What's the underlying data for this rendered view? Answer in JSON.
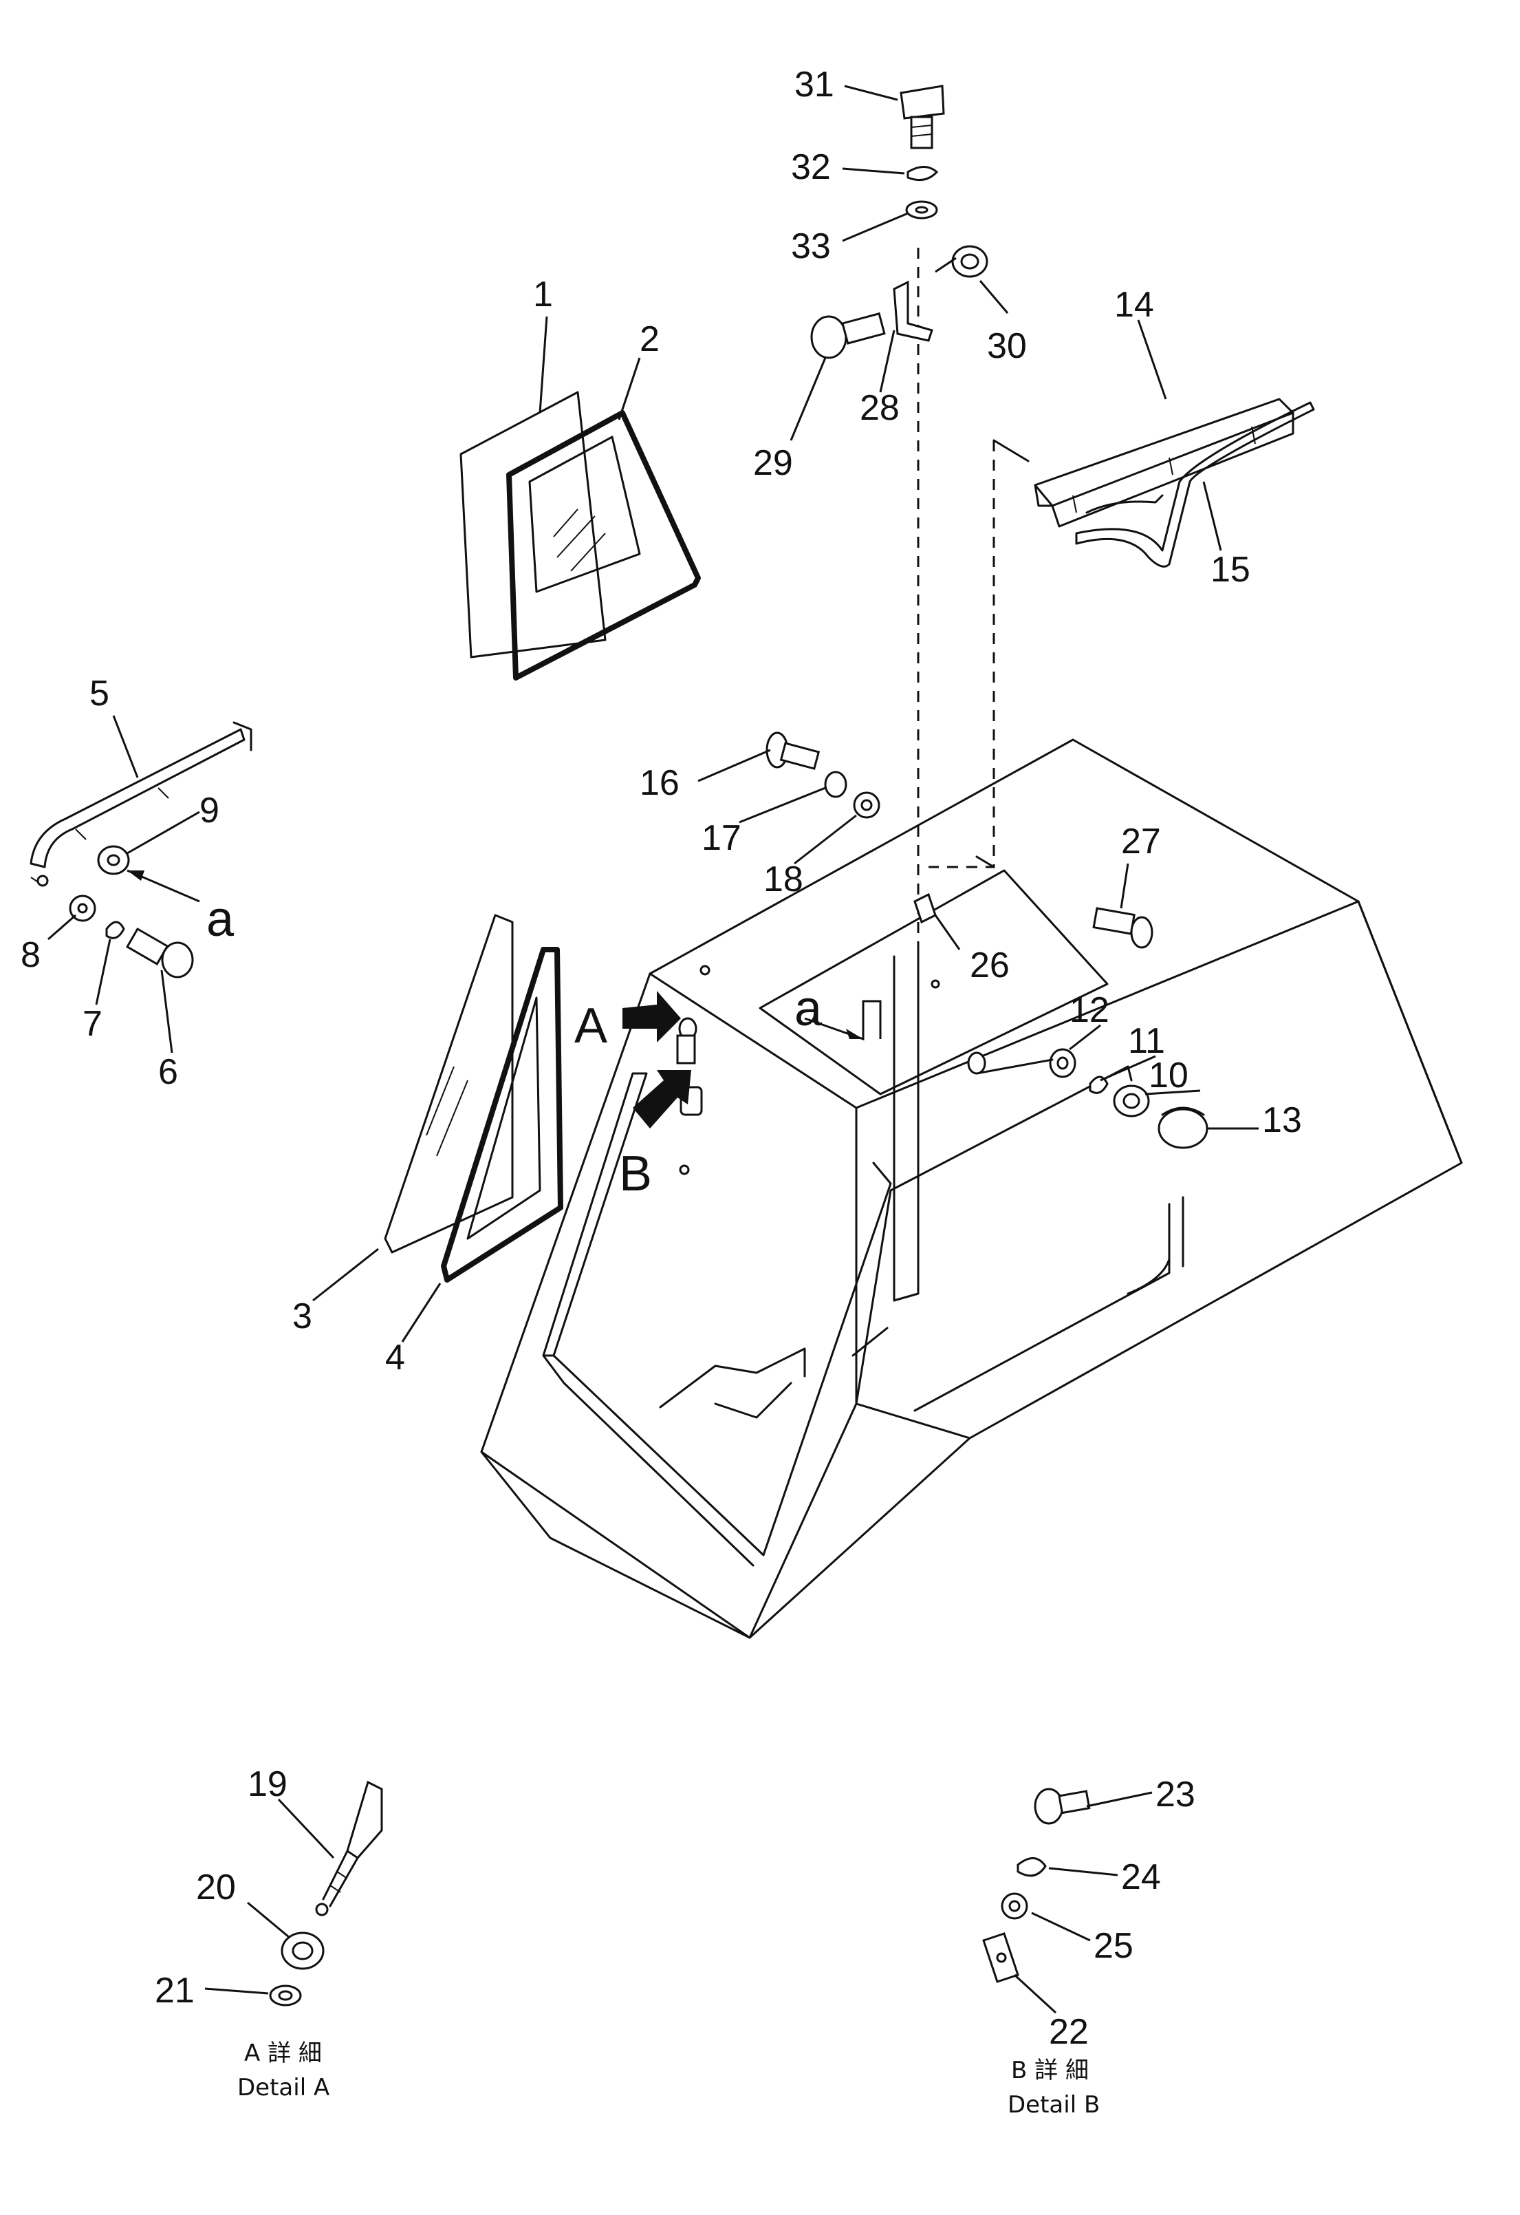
{
  "callouts": [
    {
      "id": "1",
      "text": "1"
    },
    {
      "id": "2",
      "text": "2"
    },
    {
      "id": "3",
      "text": "3"
    },
    {
      "id": "4",
      "text": "4"
    },
    {
      "id": "5",
      "text": "5"
    },
    {
      "id": "6",
      "text": "6"
    },
    {
      "id": "7",
      "text": "7"
    },
    {
      "id": "8",
      "text": "8"
    },
    {
      "id": "9",
      "text": "9"
    },
    {
      "id": "10",
      "text": "10"
    },
    {
      "id": "11",
      "text": "11"
    },
    {
      "id": "12",
      "text": "12"
    },
    {
      "id": "13",
      "text": "13"
    },
    {
      "id": "14",
      "text": "14"
    },
    {
      "id": "15",
      "text": "15"
    },
    {
      "id": "16",
      "text": "16"
    },
    {
      "id": "17",
      "text": "17"
    },
    {
      "id": "18",
      "text": "18"
    },
    {
      "id": "19",
      "text": "19"
    },
    {
      "id": "20",
      "text": "20"
    },
    {
      "id": "21",
      "text": "21"
    },
    {
      "id": "22",
      "text": "22"
    },
    {
      "id": "23",
      "text": "23"
    },
    {
      "id": "24",
      "text": "24"
    },
    {
      "id": "25",
      "text": "25"
    },
    {
      "id": "26",
      "text": "26"
    },
    {
      "id": "27",
      "text": "27"
    },
    {
      "id": "28",
      "text": "28"
    },
    {
      "id": "29",
      "text": "29"
    },
    {
      "id": "30",
      "text": "30"
    },
    {
      "id": "31",
      "text": "31"
    },
    {
      "id": "32",
      "text": "32"
    },
    {
      "id": "33",
      "text": "33"
    }
  ],
  "markers": {
    "a_lower": "a",
    "a_upper": "a",
    "A": "A",
    "B": "B"
  },
  "details": {
    "A": {
      "jp": "A 詳 細",
      "en": "Detail A"
    },
    "B": {
      "jp": "B 詳 細",
      "en": "Detail B"
    }
  }
}
